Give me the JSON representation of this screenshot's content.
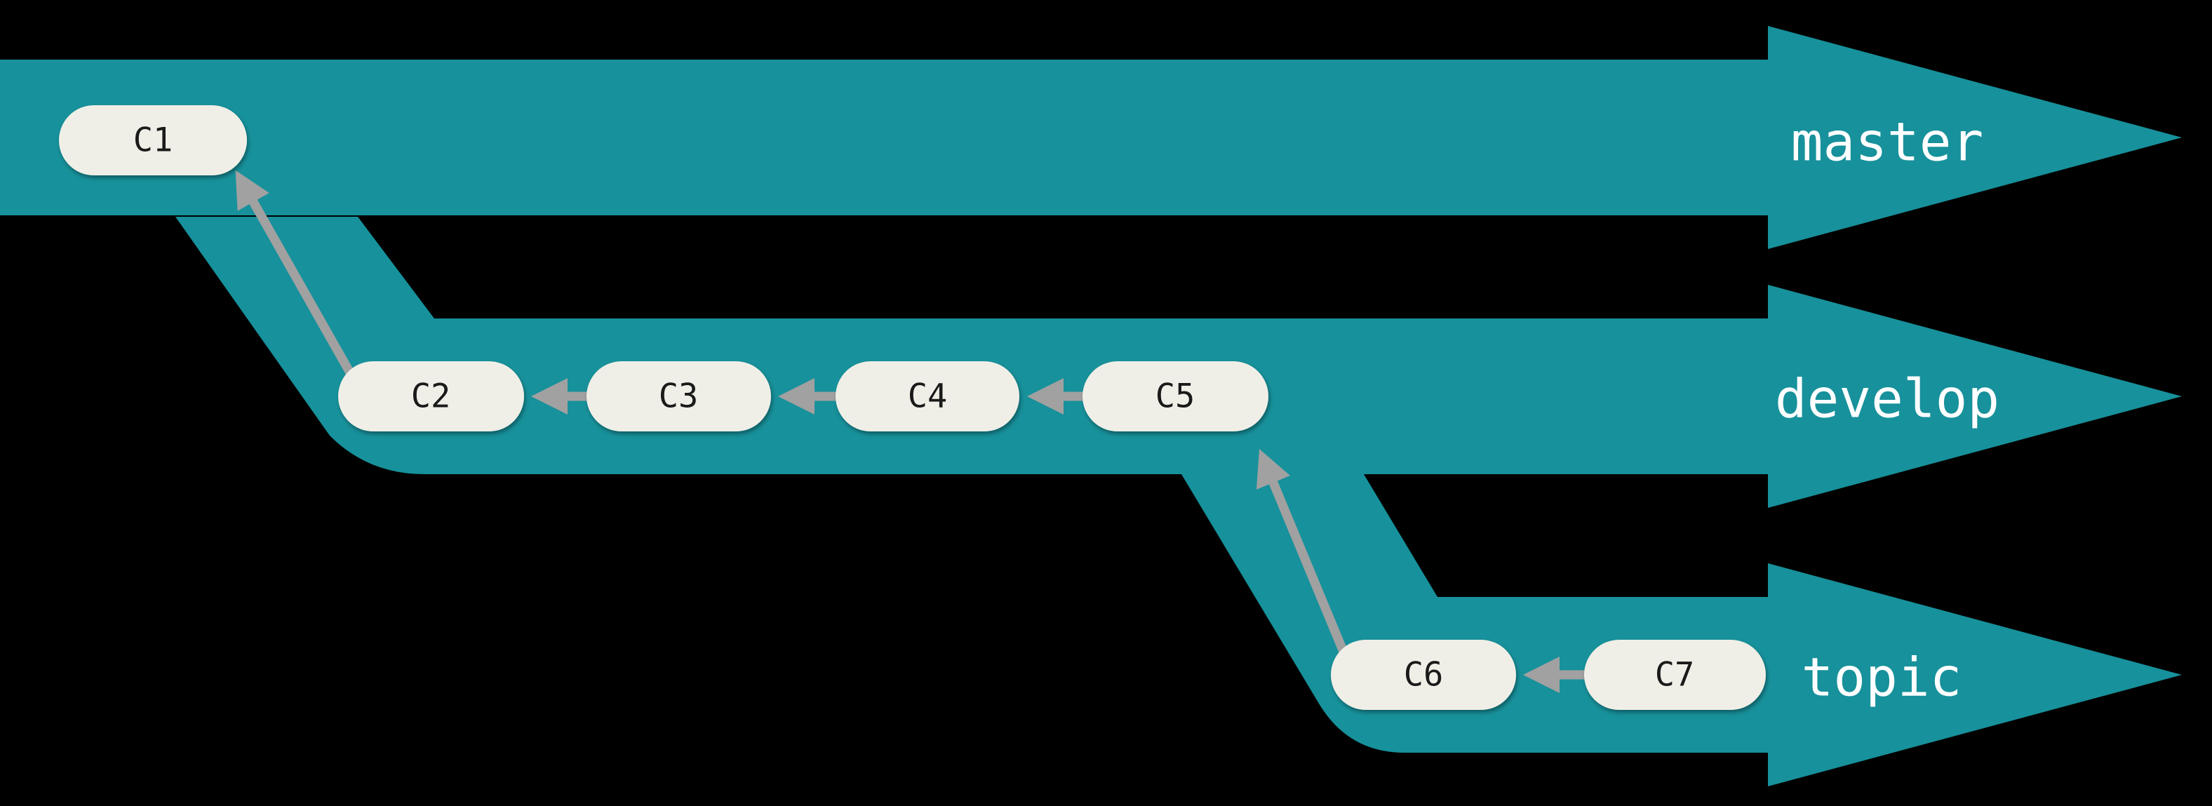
{
  "diagram": {
    "kind": "git-branch-diagram",
    "colors": {
      "background": "#000000",
      "band_teal": "#17919B",
      "node_fill": "#F0EFE7",
      "node_text": "#1A1A1A",
      "branch_label_text": "#FFFFFF",
      "arrow_gray": "#A1A1A1"
    },
    "branches": [
      {
        "name": "master"
      },
      {
        "name": "develop"
      },
      {
        "name": "topic"
      }
    ],
    "commits": [
      {
        "id": "C1",
        "branch": "master"
      },
      {
        "id": "C2",
        "branch": "develop"
      },
      {
        "id": "C3",
        "branch": "develop"
      },
      {
        "id": "C4",
        "branch": "develop"
      },
      {
        "id": "C5",
        "branch": "develop"
      },
      {
        "id": "C6",
        "branch": "topic"
      },
      {
        "id": "C7",
        "branch": "topic"
      }
    ],
    "edges": [
      {
        "from": "C2",
        "to": "C1"
      },
      {
        "from": "C3",
        "to": "C2"
      },
      {
        "from": "C4",
        "to": "C3"
      },
      {
        "from": "C5",
        "to": "C4"
      },
      {
        "from": "C6",
        "to": "C5"
      },
      {
        "from": "C7",
        "to": "C6"
      }
    ]
  }
}
